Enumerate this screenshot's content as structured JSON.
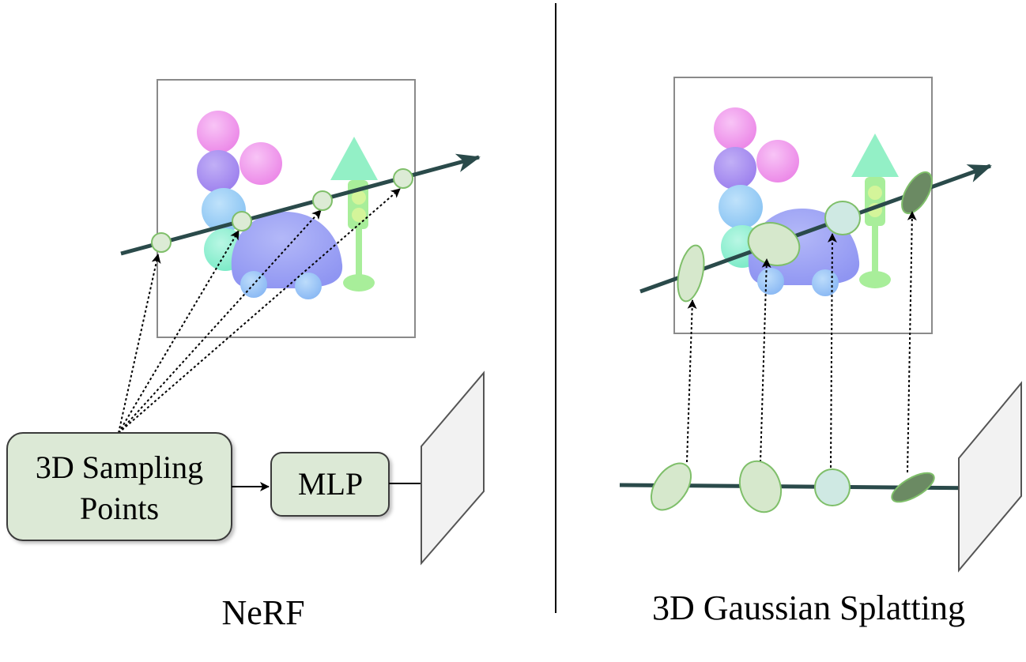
{
  "left_panel": {
    "caption": "NeRF",
    "sampling_box_line1": "3D Sampling",
    "sampling_box_line2": "Points",
    "mlp_box": "MLP"
  },
  "right_panel": {
    "caption": "3D Gaussian Splatting"
  },
  "colors": {
    "ray": "#2a4a4a",
    "box_fill": "#dce9d6",
    "box_stroke": "#3b3b3b",
    "point_fill": "#dcebd5",
    "point_stroke": "#7fbf6a",
    "gaussian_light": "#d6e8cc",
    "gaussian_teal": "#cfe9e3",
    "gaussian_dark": "#6b8a63",
    "sphere_pink": "#f097ec",
    "sphere_purple": "#a98ff0",
    "sphere_blue": "#9fd0f5",
    "sphere_teal": "#8ef0d0",
    "car_body": "#9a9ff5",
    "wheel": "#97c6f7",
    "tree_top": "#93f0c6",
    "tree_trunk": "#a8ee9a",
    "tree_light": "#d4f59a"
  },
  "icons": [
    "scene-objects-icon",
    "image-plane-icon",
    "ray-arrow-icon"
  ]
}
